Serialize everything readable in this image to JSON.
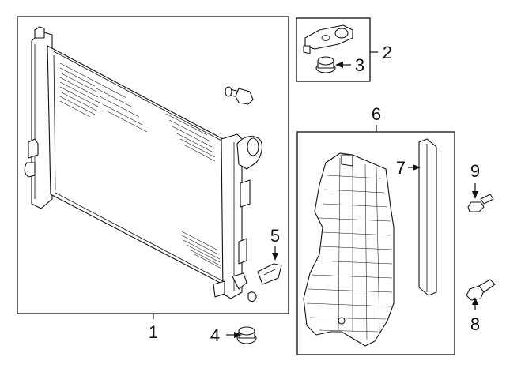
{
  "callouts": {
    "c1": "1",
    "c2": "2",
    "c3": "3",
    "c4": "4",
    "c5": "5",
    "c6": "6",
    "c7": "7",
    "c8": "8",
    "c9": "9"
  },
  "colors": {
    "line": "#111111",
    "background": "#ffffff"
  }
}
